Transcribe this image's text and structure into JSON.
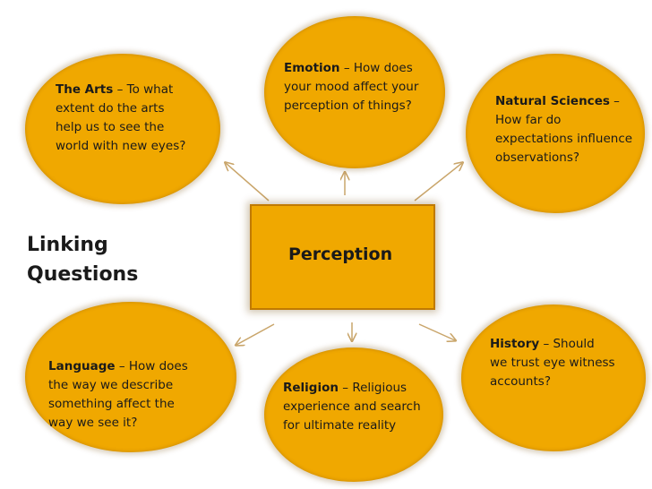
{
  "side_title": "Linking Questions",
  "center": {
    "label": "Perception"
  },
  "nodes": {
    "arts": {
      "title": "The Arts",
      "question": " – To what extent do the arts help us to see the world with new eyes?"
    },
    "emotion": {
      "title": "Emotion",
      "question": " – How does your mood affect your perception of things?"
    },
    "natural_sciences": {
      "title": "Natural Sciences",
      "question": " – How far do expectations influence observations?"
    },
    "language": {
      "title": "Language",
      "question": " – How does the way we describe something affect the way we see it?"
    },
    "religion": {
      "title": "Religion",
      "question": " – Religious experience and search for ultimate reality"
    },
    "history": {
      "title": "History",
      "question": " – Should we trust eye witness accounts?"
    }
  },
  "colors": {
    "node_fill": "#f0a800",
    "node_border": "#c07a00",
    "arrow": "#c9a56a"
  }
}
